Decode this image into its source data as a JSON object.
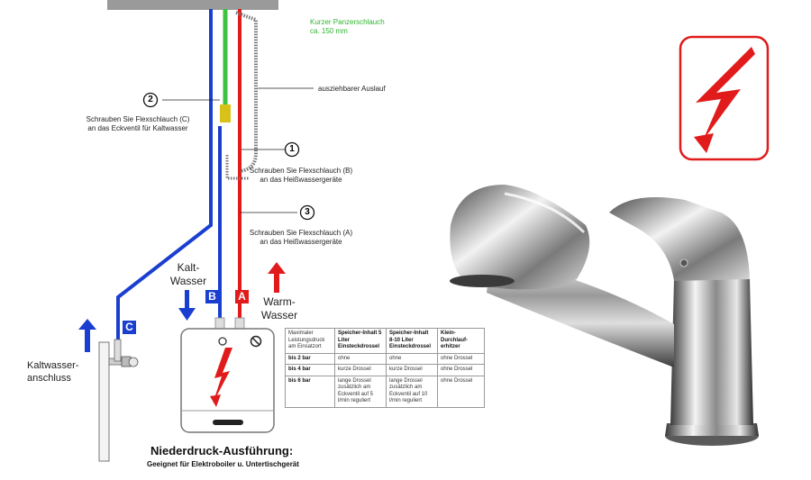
{
  "labels": {
    "kurzer_schlauch_1": "Kurzer Panzerschlauch",
    "kurzer_schlauch_2": "ca. 150 mm",
    "auslauf": "ausziehbarer Auslauf",
    "num_2": "2",
    "num_1": "1",
    "num_3": "3",
    "step_c_1": "Schrauben Sie Flexschlauch (C)",
    "step_c_2": "an das Eckventil für Kaltwasser",
    "step_b_1": "Schrauben Sie Flexschlauch (B)",
    "step_b_2": "an das Heißwassergeräte",
    "step_a_1": "Schrauben Sie Flexschlauch (A)",
    "step_a_2": "an das Heißwassergeräte",
    "kalt_1": "Kalt-",
    "kalt_2": "Wasser",
    "warm_1": "Warm-",
    "warm_2": "Wasser",
    "kaltanschluss_1": "Kaltwasser-",
    "kaltanschluss_2": "anschluss",
    "badge_b": "B",
    "badge_a": "A",
    "badge_c": "C"
  },
  "footer": {
    "title": "Niederdruck-Ausführung:",
    "subtitle": "Geeignet für Elektroboiler u. Untertischgerät"
  },
  "table": {
    "headers": [
      "Maximaler Leistungsdruck am Einsatzort",
      "Speicher-Inhalt 5 Liter Einsteckdrossel",
      "Speicher-Inhalt 8-10 Liter Einsteckdrossel",
      "Klein-Durchlauf-erhitzer"
    ],
    "rows": [
      [
        "bis 2 bar",
        "ohne",
        "ohne",
        "ohne Drossel"
      ],
      [
        "bis 4 bar",
        "kurze Drossel",
        "kurze Drossel",
        "ohne Drossel"
      ],
      [
        "bis 6 bar",
        "lange Drossel zusätzlich am Eckventil auf 5 l/min reguliert",
        "lange Drossel zusätzlich am Eckventil auf 10 l/min reguliert",
        "ohne Drossel"
      ]
    ]
  },
  "colors": {
    "cold": "#1a3fd0",
    "hot": "#e11b1b",
    "green": "#3ec43e",
    "warning": "#e11b1b"
  },
  "icons": [
    "lightning-warning-icon",
    "prohibited-icon",
    "arrow-down-icon",
    "arrow-up-icon",
    "chrome-faucet-image"
  ]
}
